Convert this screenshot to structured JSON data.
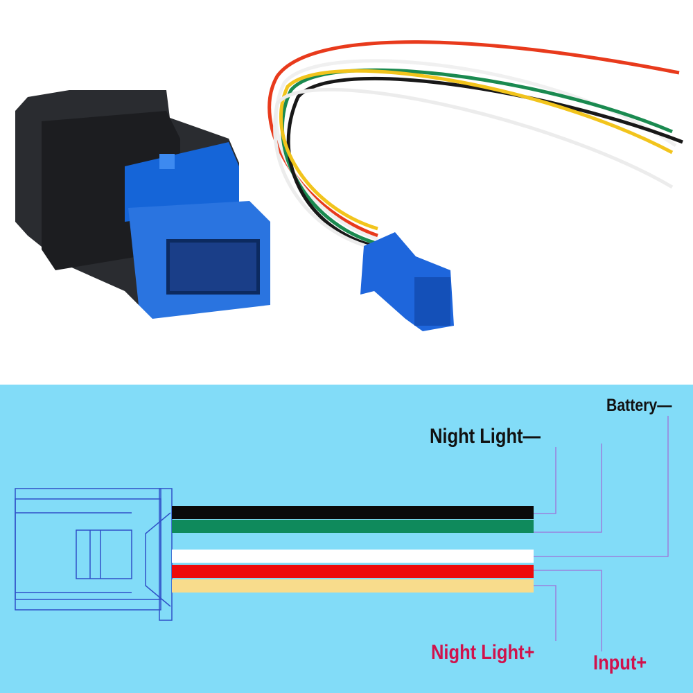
{
  "diagram": {
    "labels": {
      "night_light_minus": "Night Light—",
      "battery_minus": "Battery—",
      "night_light_plus": "Night Light+",
      "input_plus": "Input+"
    },
    "wires": [
      {
        "color": "#0a0a0a",
        "function": "Night Light—"
      },
      {
        "color": "#0f8a5c",
        "function": "Battery—"
      },
      {
        "color": "#ffffff",
        "function": "Battery—"
      },
      {
        "color": "#ee0a0a",
        "function": "Input+"
      },
      {
        "color": "#f8dc8c",
        "function": "Night Light+"
      }
    ],
    "background_color": "#82dcf8",
    "leader_color": "#a070d8",
    "positive_label_color": "#d0124c"
  }
}
